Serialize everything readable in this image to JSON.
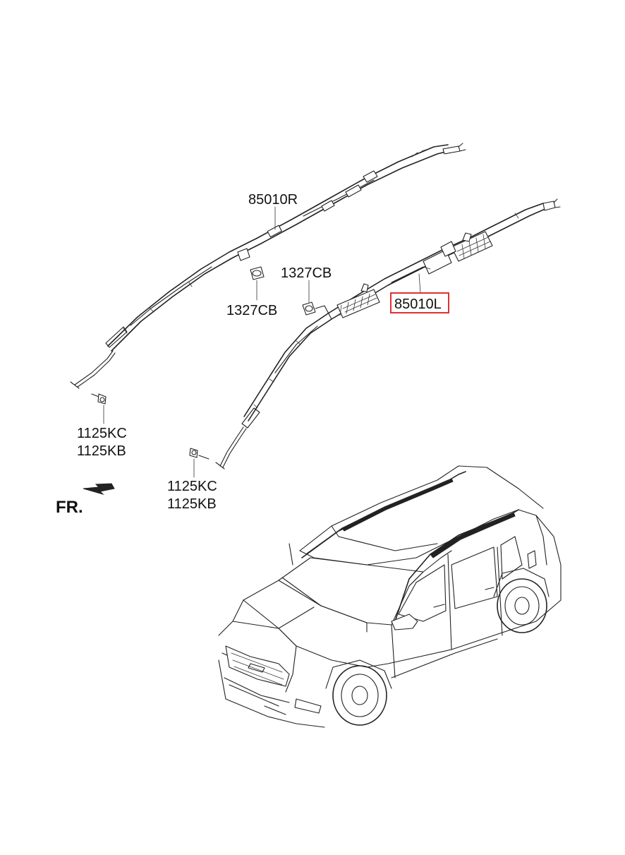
{
  "diagram": {
    "highlight_color": "#e03131",
    "labels": {
      "right_airbag": "85010R",
      "left_airbag": "85010L",
      "nut_right": "1327CB",
      "nut_left": "1327CB",
      "bolt_right_1": "1125KC",
      "bolt_right_2": "1125KB",
      "bolt_left_1": "1125KC",
      "bolt_left_2": "1125KB"
    },
    "front_indicator": {
      "text": "FR.",
      "icon": "arrow-icon"
    },
    "vehicle_icon": "suv-illustration"
  }
}
